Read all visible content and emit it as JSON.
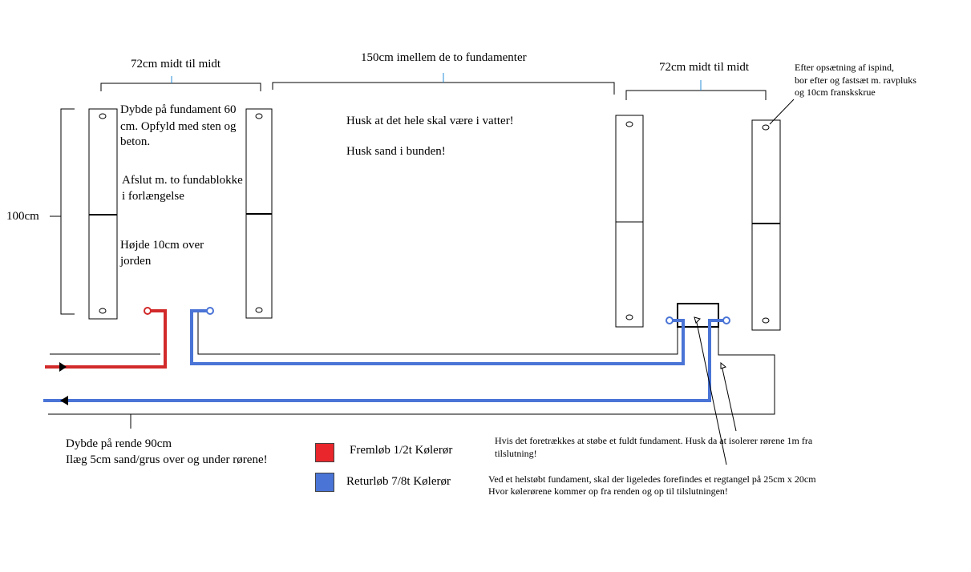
{
  "dimensions": {
    "left_spacing": "72cm midt til midt",
    "middle_gap": "150cm imellem de to fundamenter",
    "right_spacing": "72cm midt til midt",
    "height": "100cm"
  },
  "notes": {
    "depth_line1": "Dybde på fundament 60",
    "depth_line2": "cm. Opfyld med sten og",
    "depth_line3": "beton.",
    "finish_line1": "Afslut m. to fundablokke",
    "finish_line2": "i forlængelse",
    "height_line1": "Højde 10cm over",
    "height_line2": "jorden",
    "level": "Husk at det hele skal være i vatter!",
    "sand": "Husk sand i bunden!",
    "after_line1": "Efter opsætning af ispind,",
    "after_line2": "bor efter og fastsæt m. ravpluks",
    "after_line3": "og 10cm franskskrue",
    "trench_line1": "Dybde på rende 90cm",
    "trench_line2": "Ilæg 5cm sand/grus over og under rørene!",
    "cast_line1": "Hvis det foretrækkes at støbe et fuldt fundament. Husk da at isolerer rørene 1m fra",
    "cast_line2": "tilslutning!",
    "solid_line1": "Ved et helstøbt fundament, skal der ligeledes forefindes et regtangel på 25cm x 20cm",
    "solid_line2": "Hvor kølerørene kommer op fra renden og op til tilslutningen!"
  },
  "legend": {
    "supply_label": "Fremløb 1/2t Kølerør",
    "supply_color": "#e8262b",
    "return_label": "Returløb 7/8t Kølerør",
    "return_color": "#4a74d6"
  },
  "colors": {
    "pipe_red": "#d22a2a",
    "pipe_blue": "#4a74d6",
    "dim_tick": "#2a8fd8"
  }
}
